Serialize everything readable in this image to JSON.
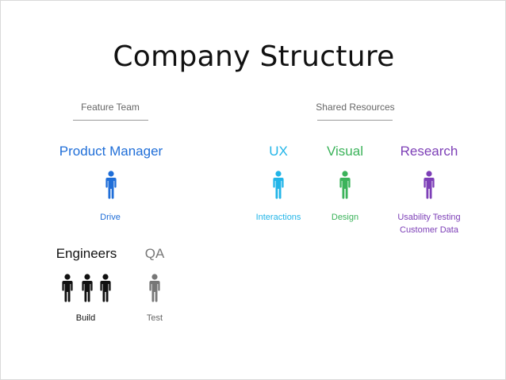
{
  "title": "Company Structure",
  "sections": {
    "feature_team": "Feature Team",
    "shared_resources": "Shared Resources"
  },
  "roles": {
    "product_manager": {
      "label": "Product Manager",
      "task": "Drive",
      "color": "#1f6ed8"
    },
    "ux": {
      "label": "UX",
      "task": "Interactions",
      "color": "#22b5e8"
    },
    "visual": {
      "label": "Visual",
      "task": "Design",
      "color": "#3bb35a"
    },
    "research": {
      "label": "Research",
      "task_line1": "Usability Testing",
      "task_line2": "Customer Data",
      "color": "#7d3fb7"
    },
    "engineers": {
      "label": "Engineers",
      "task": "Build",
      "color": "#111111"
    },
    "qa": {
      "label": "QA",
      "task": "Test",
      "color": "#777777"
    }
  },
  "icons": {
    "person": "person-icon"
  }
}
